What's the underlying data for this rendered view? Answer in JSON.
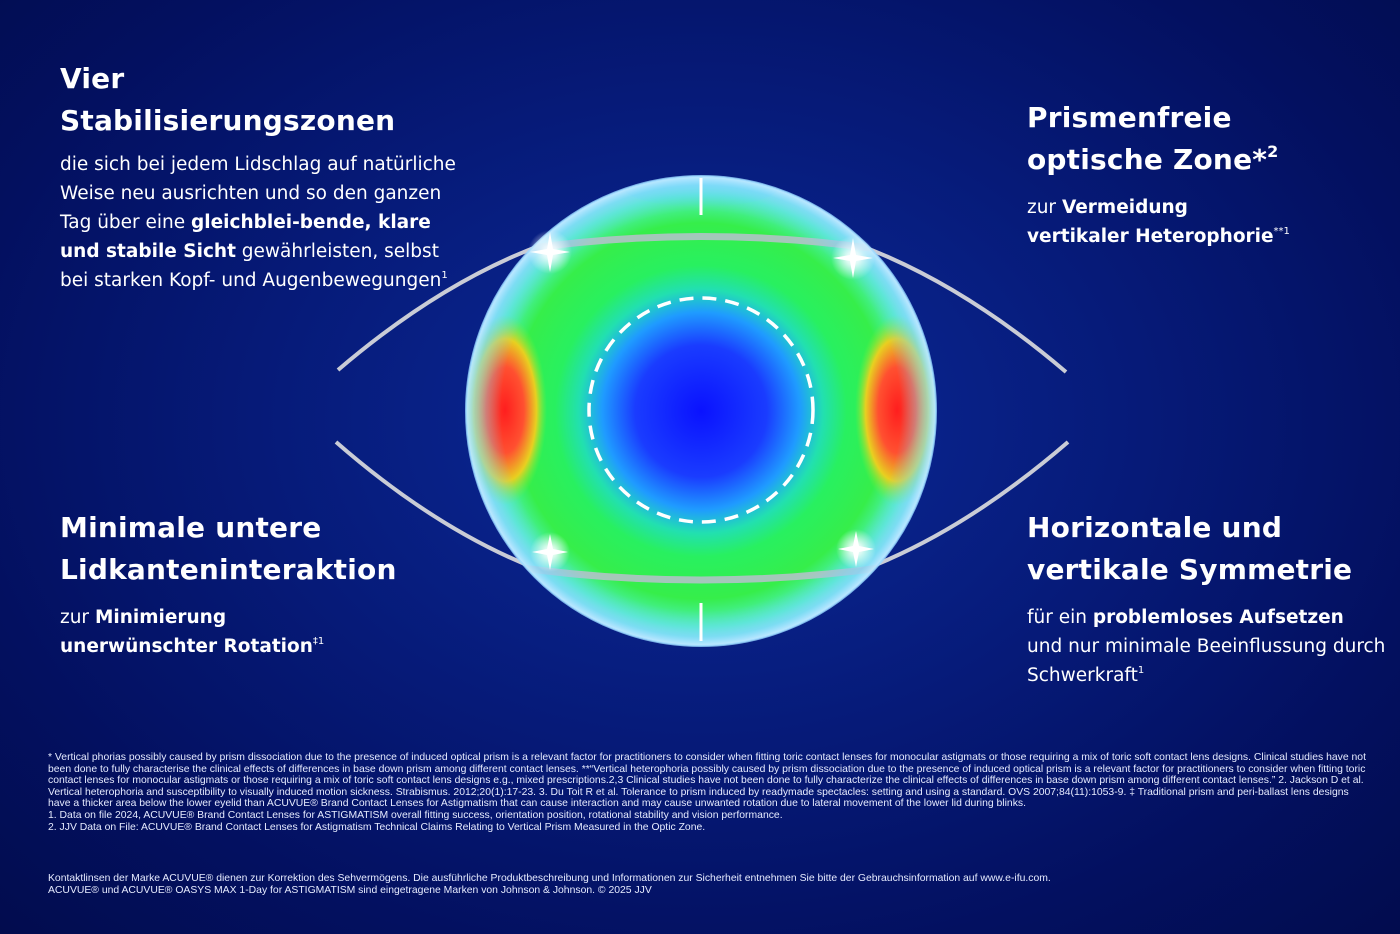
{
  "zones": {
    "top_left": {
      "title_line1": "Vier",
      "title_line2": "Stabilisierungszonen",
      "text_1": "die sich bei jedem Lidschlag auf natürliche Weise neu ausrichten und so den ganzen Tag über eine ",
      "text_bold": "gleichblei-bende, klare und stabile Sicht",
      "text_2": " gewährleisten, selbst bei starken Kopf- und Augenbewegungen",
      "ref": "1"
    },
    "top_right": {
      "title_line1": "Prismenfreie",
      "title_line2": "optische Zone*",
      "title_ref": "2",
      "text_1": "zur ",
      "text_bold_1": "Vermeidung",
      "text_bold_2": "vertikaler Heterophorie",
      "ref": "**1"
    },
    "bottom_left": {
      "title_line1": "Minimale untere",
      "title_line2": "Lidkanteninteraktion",
      "text_1": "zur ",
      "text_bold_1": "Minimierung",
      "text_bold_2": "unerwünschter Rotation",
      "ref": "‡1"
    },
    "bottom_right": {
      "title_line1": "Horizontale und",
      "title_line2": "vertikale Symmetrie",
      "text_1": "für ein ",
      "text_bold": "problemloses Aufsetzen",
      "text_2": "und nur minimale Beeinflussung durch Schwerkraft",
      "ref": "1"
    }
  },
  "footnotes": {
    "main": "* Vertical phorias possibly caused by prism dissociation due to the presence of induced optical prism is a relevant factor for practitioners to consider when fitting toric contact lenses for monocular astigmats or those  requiring a mix of toric soft contact lens designs. Clinical studies have not been done to fully characterise the clinical effects of differences in base down prism among different contact lenses.    **“Vertical heterophoria possibly caused by prism dissociation due to the presence of induced optical prism is a relevant factor for practitioners to consider when fitting toric contact lenses for monocular astigmats or those requiring a mix of toric soft contact lens designs e.g., mixed prescriptions.2,3 Clinical studies have not been done to fully characterize the clinical effects of differences in base down prism among different contact lenses.” 2. Jackson D et al. Vertical heterophoria and susceptibility to visually induced motion sickness. Strabismus. 2012;20(1):17-23. 3. Du Toit R et al. Tolerance to prism induced by readymade spectacles: setting and using a standard. OVS 2007;84(11):1053-9.  ‡ Traditional prism and peri-ballast lens designs have a thicker area below the lower eyelid than ACUVUE® Brand Contact Lenses for Astigmatism that can cause interaction and may cause unwanted rotation due to lateral movement of the lower lid during blinks.",
    "ref1": "1. Data on file 2024, ACUVUE® Brand Contact Lenses for ASTIGMATISM overall fitting success, orientation position, rotational stability and vision performance.",
    "ref2": "2. JJV Data on File: ACUVUE® Brand Contact Lenses for Astigmatism Technical Claims Relating to Vertical Prism Measured in the Optic Zone."
  },
  "legal": {
    "line1": "Kontaktlinsen der Marke ACUVUE® dienen zur Korrektion des Sehvermögens. Die ausführliche Produktbeschreibung und Informationen zur Sicherheit entnehmen Sie bitte der Gebrauchsinformation auf www.e-ifu.com.",
    "line2": "ACUVUE® und ACUVUE® OASYS MAX 1-Day for ASTIGMATISM sind eingetragene Marken von Johnson & Johnson. © 2025 JJV"
  },
  "colors": {
    "background": "#061a78",
    "lens_green": "#22e85a",
    "lens_blue_center": "#0a1cff",
    "stabilization_red": "#ff2a2a",
    "eyelid_line": "#c9ccd6"
  }
}
